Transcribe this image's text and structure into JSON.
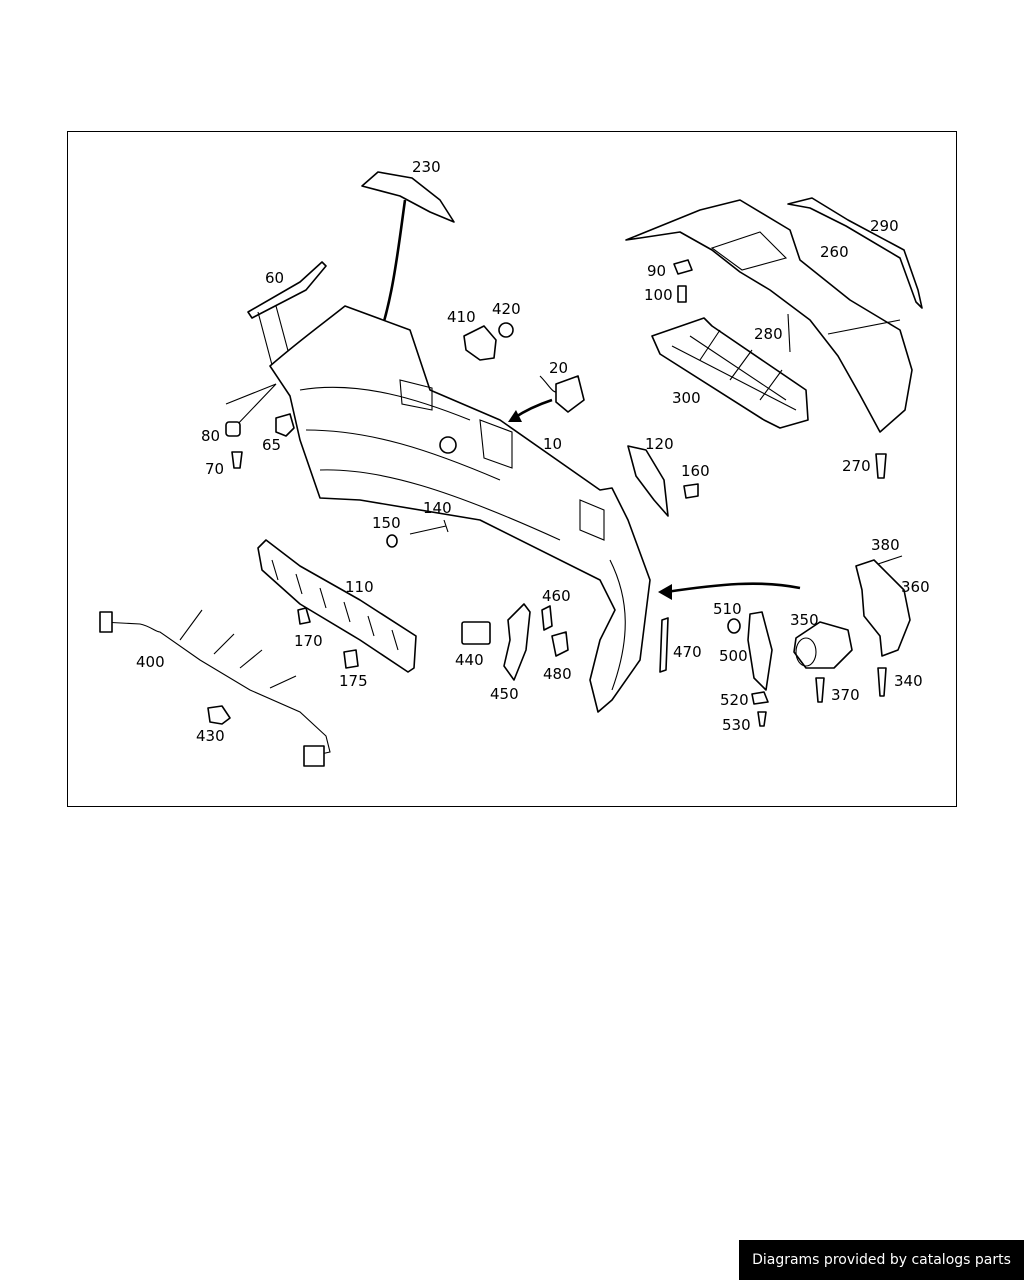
{
  "diagram": {
    "labels": [
      {
        "name": "part-label-230",
        "text": "230"
      },
      {
        "name": "part-label-290",
        "text": "290"
      },
      {
        "name": "part-label-260",
        "text": "260"
      },
      {
        "name": "part-label-60",
        "text": "60"
      },
      {
        "name": "part-label-90",
        "text": "90"
      },
      {
        "name": "part-label-100",
        "text": "100"
      },
      {
        "name": "part-label-410",
        "text": "410"
      },
      {
        "name": "part-label-420",
        "text": "420"
      },
      {
        "name": "part-label-280",
        "text": "280"
      },
      {
        "name": "part-label-20",
        "text": "20"
      },
      {
        "name": "part-label-300",
        "text": "300"
      },
      {
        "name": "part-label-80",
        "text": "80"
      },
      {
        "name": "part-label-65",
        "text": "65"
      },
      {
        "name": "part-label-10",
        "text": "10"
      },
      {
        "name": "part-label-120",
        "text": "120"
      },
      {
        "name": "part-label-70",
        "text": "70"
      },
      {
        "name": "part-label-160",
        "text": "160"
      },
      {
        "name": "part-label-270",
        "text": "270"
      },
      {
        "name": "part-label-140",
        "text": "140"
      },
      {
        "name": "part-label-150",
        "text": "150"
      },
      {
        "name": "part-label-380",
        "text": "380"
      },
      {
        "name": "part-label-110",
        "text": "110"
      },
      {
        "name": "part-label-360",
        "text": "360"
      },
      {
        "name": "part-label-460",
        "text": "460"
      },
      {
        "name": "part-label-510",
        "text": "510"
      },
      {
        "name": "part-label-350",
        "text": "350"
      },
      {
        "name": "part-label-170",
        "text": "170"
      },
      {
        "name": "part-label-400",
        "text": "400"
      },
      {
        "name": "part-label-440",
        "text": "440"
      },
      {
        "name": "part-label-470",
        "text": "470"
      },
      {
        "name": "part-label-500",
        "text": "500"
      },
      {
        "name": "part-label-480",
        "text": "480"
      },
      {
        "name": "part-label-175",
        "text": "175"
      },
      {
        "name": "part-label-340",
        "text": "340"
      },
      {
        "name": "part-label-450",
        "text": "450"
      },
      {
        "name": "part-label-370",
        "text": "370"
      },
      {
        "name": "part-label-520",
        "text": "520"
      },
      {
        "name": "part-label-530",
        "text": "530"
      },
      {
        "name": "part-label-430",
        "text": "430"
      }
    ]
  },
  "footer": {
    "credit": "Diagrams provided by catalogs parts"
  }
}
